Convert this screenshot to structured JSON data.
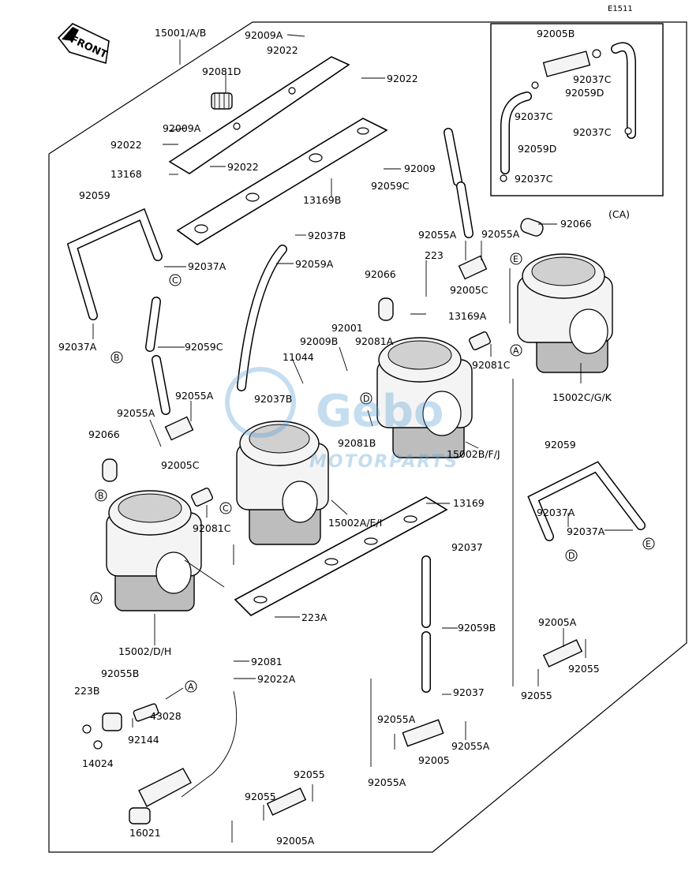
{
  "corner_code": "E1511",
  "front_label": "FRONT",
  "inset_label": "(CA)",
  "watermark": {
    "brand": "Gebo",
    "tagline": "MOTORPARTS",
    "color": "#5a9fd4"
  },
  "circle_markers": {
    "A": "A",
    "B": "B",
    "C": "C",
    "D": "D",
    "E": "E"
  },
  "labels": {
    "l15001": "15001/A/B",
    "l92009A_top": "92009A",
    "l92022_top": "92022",
    "l92022_right": "92022",
    "l92081D": "92081D",
    "l92009A_mid": "92009A",
    "l92022_mid": "92022",
    "l92022_plate": "92022",
    "l13168": "13168",
    "l13169B": "13169B",
    "l92009": "92009",
    "l92059C_top": "92059C",
    "l92005B": "92005B",
    "l92037C_1": "92037C",
    "l92059D_1": "92059D",
    "l92037C_2": "92037C",
    "l92037C_3": "92037C",
    "l92059D_2": "92059D",
    "l92037C_4": "92037C",
    "l92059_left": "92059",
    "l92037B": "92037B",
    "l92037A_1": "92037A",
    "l92059A": "92059A",
    "l92055A_1": "92055A",
    "l92055A_2": "92055A",
    "l92066_right": "92066",
    "l223": "223",
    "l92066_mid": "92066",
    "l92005C_1": "92005C",
    "l13169A": "13169A",
    "l92037A_2": "92037A",
    "l92059C": "92059C",
    "l92001": "92001",
    "l92009B": "92009B",
    "l92081A": "92081A",
    "l11044": "11044",
    "l92081C_1": "92081C",
    "l15002C": "15002C/G/K",
    "l92055A_3": "92055A",
    "l92055A_4": "92055A",
    "l92037B_2": "92037B",
    "l92066_left": "92066",
    "l92005C_2": "92005C",
    "l92081B": "92081B",
    "l15002B": "15002B/F/J",
    "l92059_right": "92059",
    "l92081C_2": "92081C",
    "l15002A": "15002A/E/I",
    "l13169": "13169",
    "l92037A_3": "92037A",
    "l92037A_4": "92037A",
    "l92037_1": "92037",
    "l223A": "223A",
    "l15002D": "15002/D/H",
    "l92059B": "92059B",
    "l92005A_1": "92005A",
    "l92081": "92081",
    "l92022A": "92022A",
    "l92055B": "92055B",
    "l223B": "223B",
    "l43028": "43028",
    "l92144": "92144",
    "l14024": "14024",
    "l92055_1": "92055",
    "l92055_2": "92055",
    "l92037_2": "92037",
    "l92055A_5": "92055A",
    "l92055A_6": "92055A",
    "l92005": "92005",
    "l92055A_7": "92055A",
    "l92055_3": "92055",
    "l92055_4": "92055",
    "l16021": "16021",
    "l92005A_2": "92005A"
  }
}
